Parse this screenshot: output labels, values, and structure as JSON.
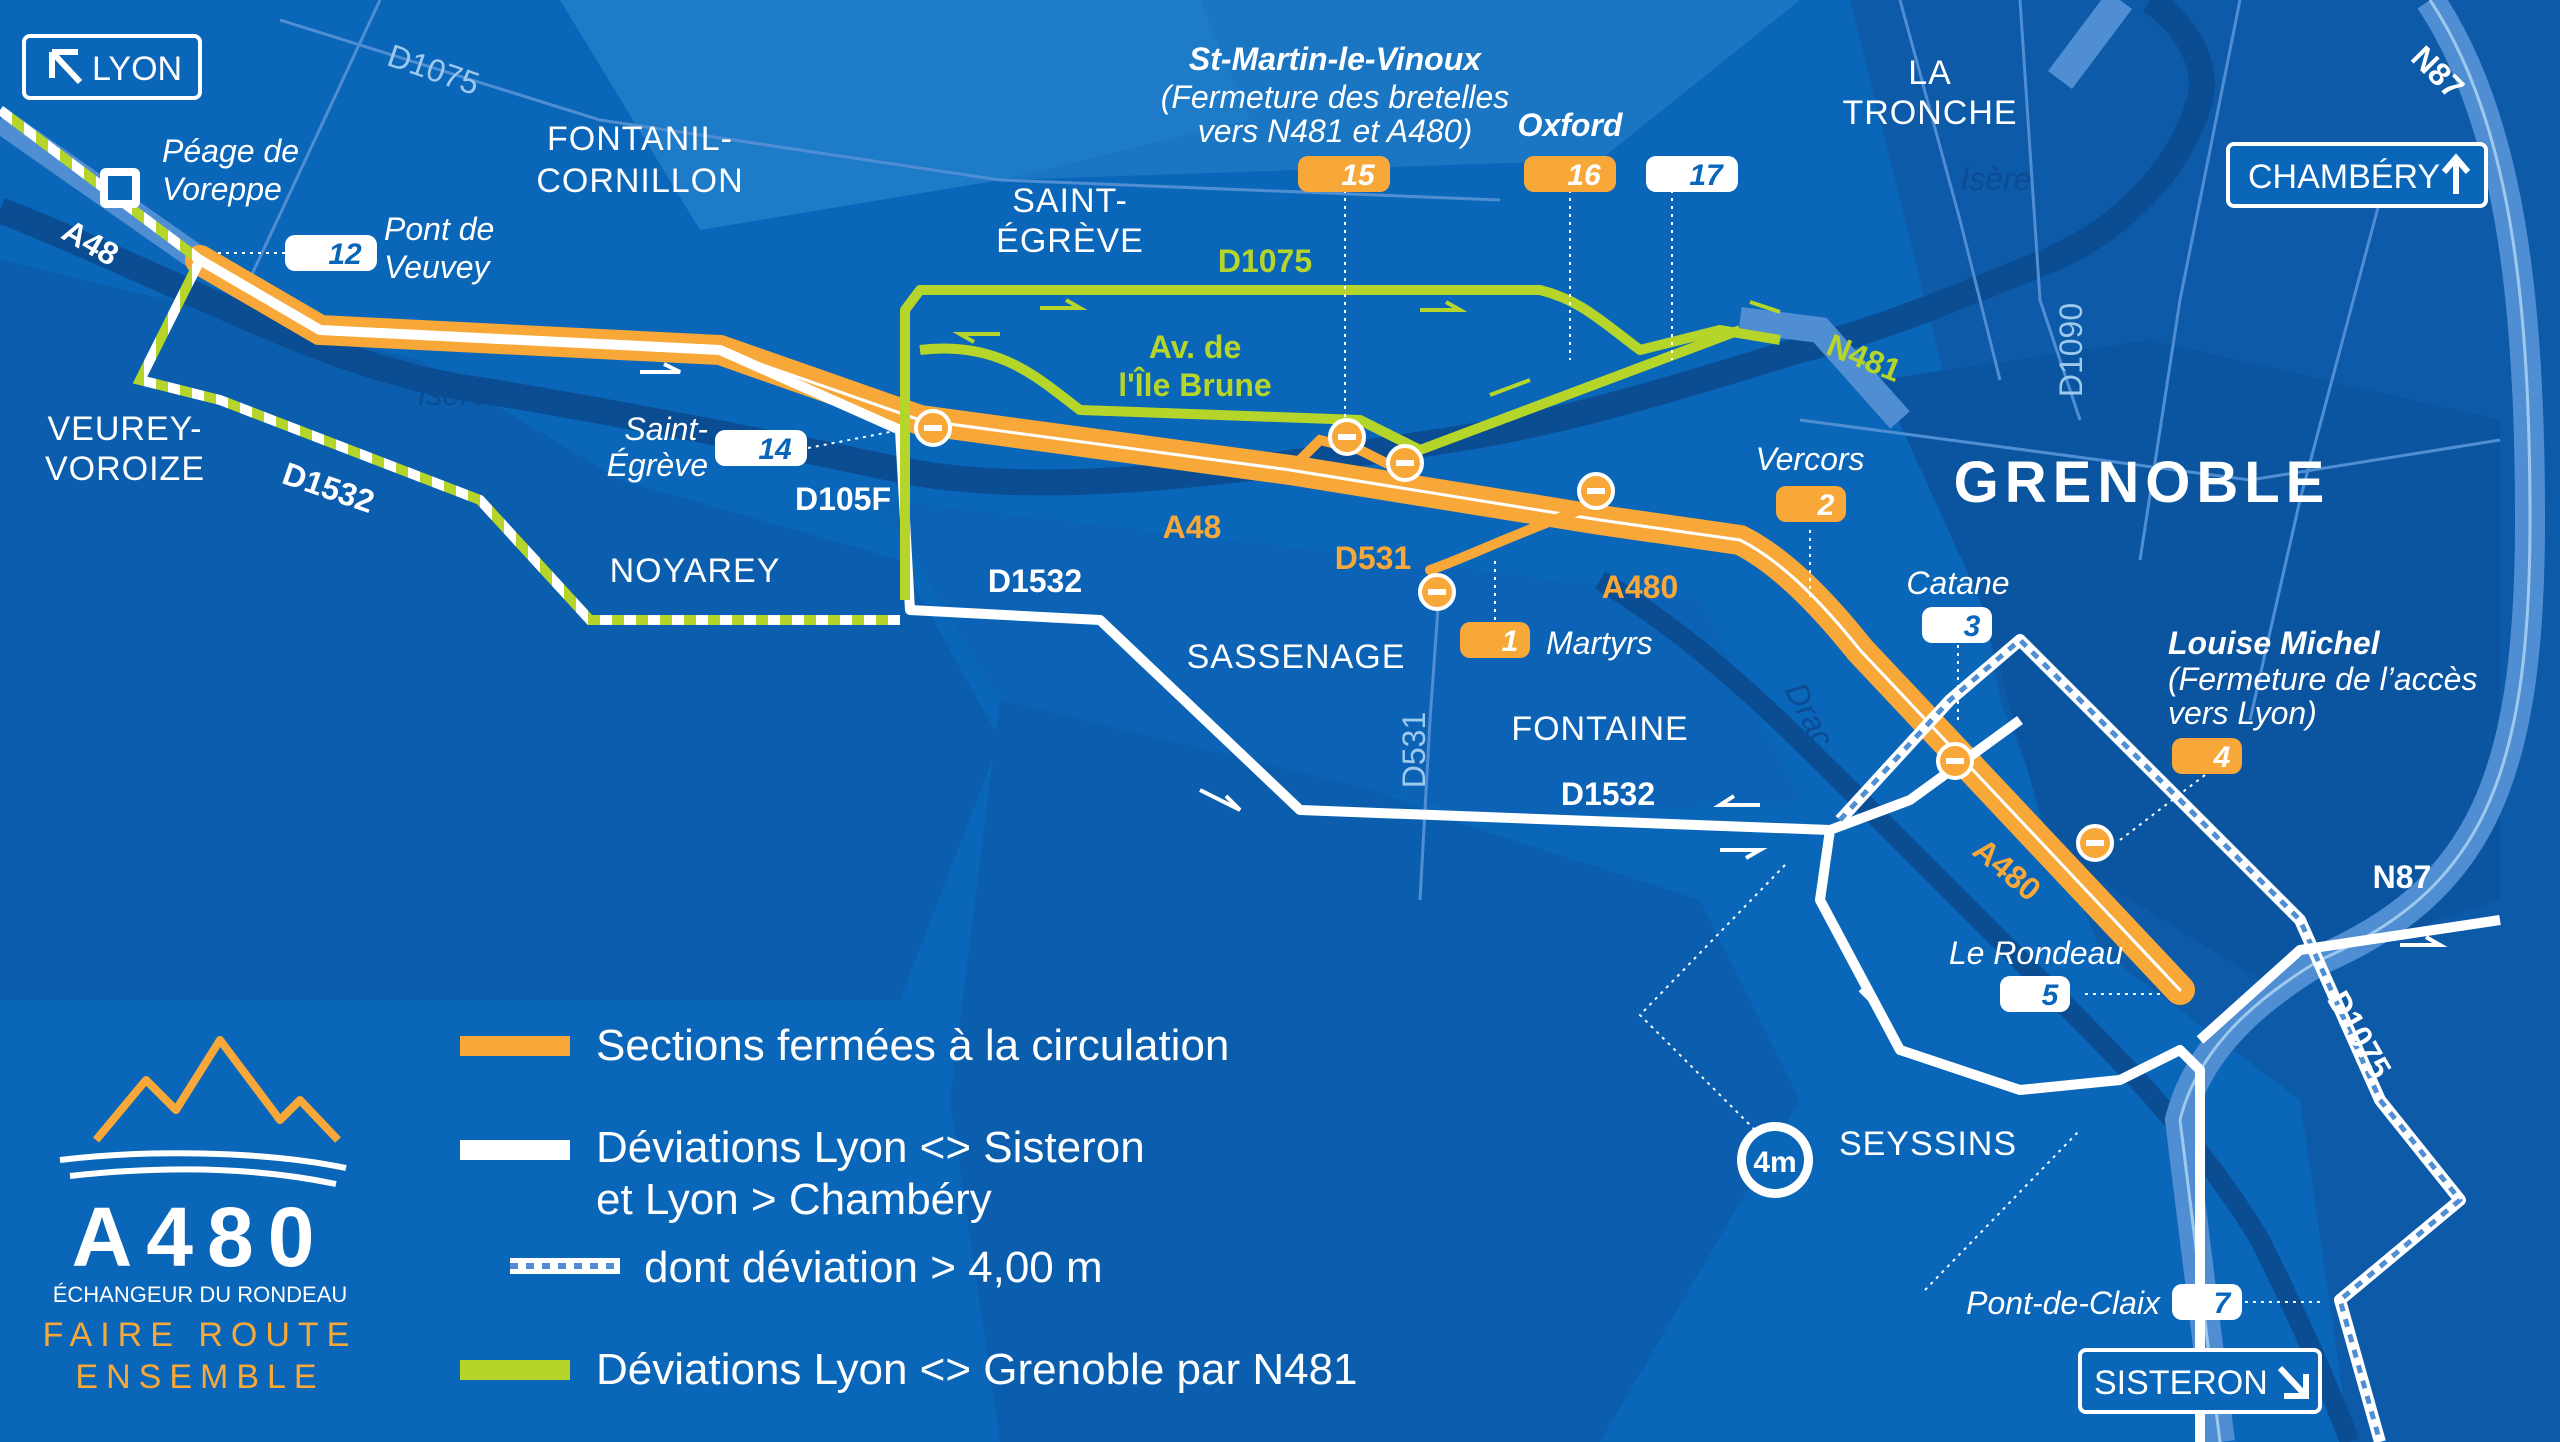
{
  "colors": {
    "background": "#0a66b8",
    "land_light": "#1a75c2",
    "land_dark": "#0b57a3",
    "closed": "#f8a838",
    "detour": "#ffffff",
    "detour_n481": "#b6d52a",
    "road_blue": "#4f8ed2"
  },
  "signs": {
    "lyon": "LYON",
    "chambery": "CHAMBÉRY",
    "sisteron": "SISTERON"
  },
  "city": "GRENOBLE",
  "towns": {
    "fontanil_1": "FONTANIL-",
    "fontanil_2": "CORNILLON",
    "saint_egreve_1": "SAINT-",
    "saint_egreve_2": "ÉGRÈVE",
    "veurey_1": "VEUREY-",
    "veurey_2": "VOROIZE",
    "noyarey": "NOYAREY",
    "sassenage": "SASSENAGE",
    "fontaine": "FONTAINE",
    "seyssins": "SEYSSINS",
    "la_tronche_1": "LA",
    "la_tronche_2": "TRONCHE"
  },
  "rivers": {
    "isere_1": "Isère",
    "isere_2": "Isère",
    "drac": "Drac"
  },
  "roads": {
    "d1075_top": "D1075",
    "d1075_green": "D1075",
    "d1075_right": "D1075",
    "d1532_left": "D1532",
    "d1532_mid": "D1532",
    "d1532_bottom": "D1532",
    "d105f": "D105F",
    "d531": "D531",
    "d531_vertical": "D531",
    "d1090": "D1090",
    "n481": "N481",
    "n87_top": "N87",
    "n87_right": "N87",
    "a48_left": "A48",
    "a48_mid": "A48",
    "a480_mid": "A480",
    "a480_diag": "A480",
    "av_ile_brune_1": "Av. de",
    "av_ile_brune_2": "l'Île Brune"
  },
  "exits": {
    "peage_1": "Péage de",
    "peage_2": "Voreppe",
    "e12_num": "12",
    "e12_name_1": "Pont de",
    "e12_name_2": "Veuvey",
    "e14_num": "14",
    "e14_name_1": "Saint-",
    "e14_name_2": "Égrève",
    "e15_num": "15",
    "e15_title": "St-Martin-le-Vinoux",
    "e15_note_1": "(Fermeture des bretelles",
    "e15_note_2": "vers N481 et A480)",
    "e16_num": "16",
    "e16_title": "Oxford",
    "e17_num": "17",
    "e2_num": "2",
    "e2_name": "Vercors",
    "e1_num": "1",
    "e1_name": "Martyrs",
    "e3_num": "3",
    "e3_name": "Catane",
    "e4_num": "4",
    "e4_title": "Louise Michel",
    "e4_note_1": "(Fermeture de l’accès",
    "e4_note_2": "vers Lyon)",
    "e5_num": "5",
    "e5_name": "Le Rondeau",
    "e7_num": "7",
    "e7_name": "Pont-de-Claix"
  },
  "height_limit": "4m",
  "legend": {
    "closed": "Sections fermées à la circulation",
    "detour_1": "Déviations Lyon <> Sisteron",
    "detour_2": "et Lyon > Chambéry",
    "detour_height": "dont déviation > 4,00 m",
    "detour_n481": "Déviations Lyon <> Grenoble par N481"
  },
  "logo": {
    "title": "A480",
    "subtitle": "ÉCHANGEUR DU RONDEAU",
    "slogan_1": "FAIRE ROUTE",
    "slogan_2": "ENSEMBLE"
  }
}
